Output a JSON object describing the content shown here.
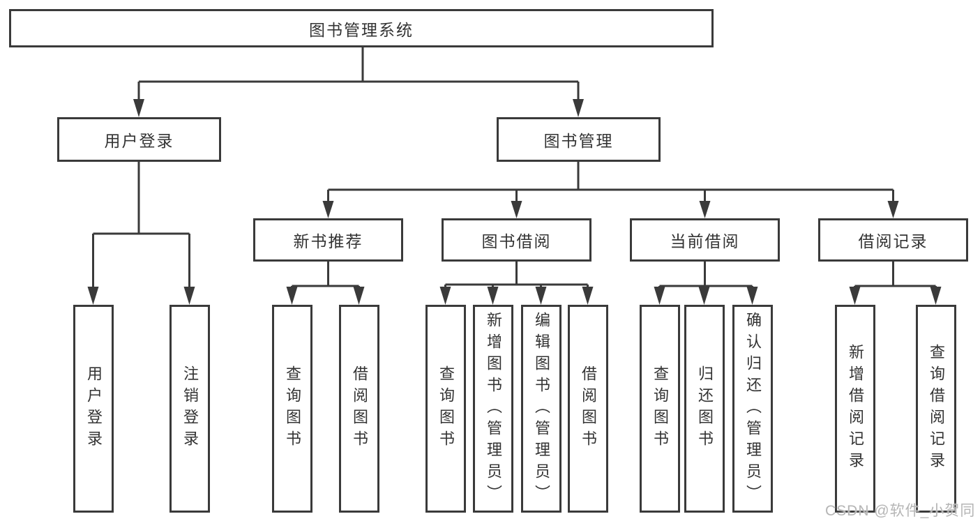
{
  "tree": {
    "root": "图书管理系统",
    "branches": [
      {
        "label": "用户登录",
        "children": [
          {
            "label": "用户登录"
          },
          {
            "label": "注销登录"
          }
        ]
      },
      {
        "label": "图书管理",
        "children": [
          {
            "label": "新书推荐",
            "children": [
              {
                "label": "查询图书"
              },
              {
                "label": "借阅图书"
              }
            ]
          },
          {
            "label": "图书借阅",
            "children": [
              {
                "label": "查询图书"
              },
              {
                "label": "新增图书（管理员）"
              },
              {
                "label": "编辑图书（管理员）"
              },
              {
                "label": "借阅图书"
              }
            ]
          },
          {
            "label": "当前借阅",
            "children": [
              {
                "label": "查询图书"
              },
              {
                "label": "归还图书"
              },
              {
                "label": "确认归还（管理员）"
              }
            ]
          },
          {
            "label": "借阅记录",
            "children": [
              {
                "label": "新增借阅记录"
              },
              {
                "label": "查询借阅记录"
              }
            ]
          }
        ]
      }
    ]
  },
  "watermark": "CSDN @软件_小贺同学",
  "colors": {
    "line": "#3a3a3a",
    "text": "#333333",
    "background": "#ffffff",
    "watermark": "#b5b5b5"
  }
}
